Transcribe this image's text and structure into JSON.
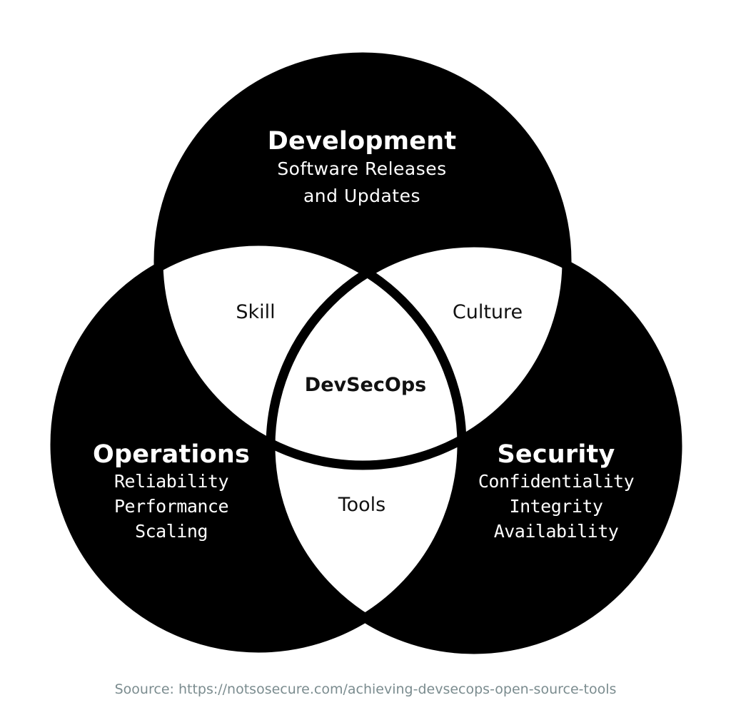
{
  "diagram": {
    "type": "venn",
    "circles": [
      {
        "id": "development",
        "title": "Development",
        "lines": [
          "Software Releases",
          "and Updates"
        ]
      },
      {
        "id": "operations",
        "title": "Operations",
        "lines": [
          "Reliability",
          "Performance",
          "Scaling"
        ]
      },
      {
        "id": "security",
        "title": "Security",
        "lines": [
          "Confidentiality",
          "Integrity",
          "Availability"
        ]
      }
    ],
    "intersections": {
      "development_operations": "Skill",
      "development_security": "Culture",
      "operations_security": "Tools",
      "all": "DevSecOps"
    },
    "colors": {
      "fill": "#000000",
      "overlap": "#ffffff",
      "source_text": "#7b8c8f"
    }
  },
  "source": "Soource: https://notsosecure.com/achieving-devsecops-open-source-tools"
}
